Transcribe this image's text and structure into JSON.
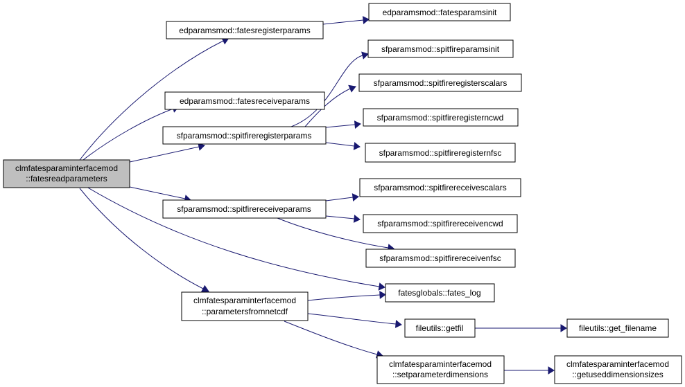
{
  "colors": {
    "edge": "#191970",
    "root_fill": "#bfbfbf",
    "node_fill": "#ffffff",
    "node_border": "#000000"
  },
  "nodes": {
    "root": {
      "lines": [
        "clmfatesparaminterfacemod",
        "::fatesreadparameters"
      ],
      "highlighted": true
    },
    "ed_register": {
      "lines": [
        "edparamsmod::fatesregisterparams"
      ]
    },
    "ed_init": {
      "lines": [
        "edparamsmod::fatesparamsinit"
      ]
    },
    "ed_receive": {
      "lines": [
        "edparamsmod::fatesreceiveparams"
      ]
    },
    "sf_register": {
      "lines": [
        "sfparamsmod::spitfireregisterparams"
      ]
    },
    "sf_init": {
      "lines": [
        "sfparamsmod::spitfireparamsinit"
      ]
    },
    "sf_reg_scalars": {
      "lines": [
        "sfparamsmod::spitfireregisterscalars"
      ]
    },
    "sf_reg_ncwd": {
      "lines": [
        "sfparamsmod::spitfireregisterncwd"
      ]
    },
    "sf_reg_nfsc": {
      "lines": [
        "sfparamsmod::spitfireregisternfsc"
      ]
    },
    "sf_receive": {
      "lines": [
        "sfparamsmod::spitfirereceiveparams"
      ]
    },
    "sf_rec_scalars": {
      "lines": [
        "sfparamsmod::spitfirereceivescalars"
      ]
    },
    "sf_rec_ncwd": {
      "lines": [
        "sfparamsmod::spitfirereceivencwd"
      ]
    },
    "sf_rec_nfsc": {
      "lines": [
        "sfparamsmod::spitfirereceivenfsc"
      ]
    },
    "fates_log": {
      "lines": [
        "fatesglobals::fates_log"
      ]
    },
    "params_netcdf": {
      "lines": [
        "clmfatesparaminterfacemod",
        "::parametersfromnetcdf"
      ]
    },
    "getfil": {
      "lines": [
        "fileutils::getfil"
      ]
    },
    "get_filename": {
      "lines": [
        "fileutils::get_filename"
      ]
    },
    "set_dims": {
      "lines": [
        "clmfatesparaminterfacemod",
        "::setparameterdimensions"
      ]
    },
    "get_used_dims": {
      "lines": [
        "clmfatesparaminterfacemod",
        "::getuseddimensionsizes"
      ]
    }
  },
  "edges": [
    [
      "root",
      "ed_register"
    ],
    [
      "root",
      "ed_receive"
    ],
    [
      "root",
      "sf_register"
    ],
    [
      "root",
      "sf_receive"
    ],
    [
      "root",
      "fates_log"
    ],
    [
      "root",
      "params_netcdf"
    ],
    [
      "ed_register",
      "ed_init"
    ],
    [
      "sf_register",
      "sf_init"
    ],
    [
      "sf_register",
      "sf_reg_scalars"
    ],
    [
      "sf_register",
      "sf_reg_ncwd"
    ],
    [
      "sf_register",
      "sf_reg_nfsc"
    ],
    [
      "sf_receive",
      "sf_rec_scalars"
    ],
    [
      "sf_receive",
      "sf_rec_ncwd"
    ],
    [
      "sf_receive",
      "sf_rec_nfsc"
    ],
    [
      "params_netcdf",
      "fates_log"
    ],
    [
      "params_netcdf",
      "getfil"
    ],
    [
      "params_netcdf",
      "set_dims"
    ],
    [
      "getfil",
      "get_filename"
    ],
    [
      "set_dims",
      "get_used_dims"
    ]
  ]
}
